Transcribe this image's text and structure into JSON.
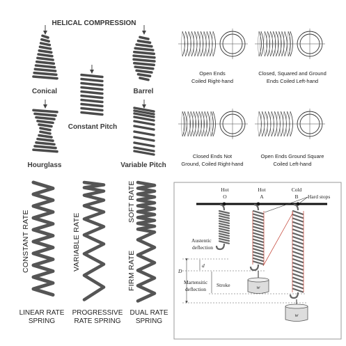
{
  "compression": {
    "title": "HELICAL COMPRESSION",
    "conical": "Conical",
    "barrel": "Barrel",
    "constant_pitch": "Constant Pitch",
    "hourglass": "Hourglass",
    "variable_pitch": "Variable Pitch"
  },
  "ends": {
    "open_coiled_rh": [
      "Open Ends",
      "Coiled Right-hand"
    ],
    "closed_squared_ground_lh": [
      "Closed, Squared and Ground",
      "Ends Coiled Left-hand"
    ],
    "closed_not_ground_rh": [
      "Closed Ends Not",
      "Ground, Coiled Right-hand"
    ],
    "open_ground_square_lh": [
      "Open Ends Ground Square",
      "Coiled Left-hand"
    ]
  },
  "rates": {
    "constant_rate": "CONSTANT RATE",
    "variable_rate": "VARIABLE RATE",
    "soft_rate": "SOFT RATE",
    "firm_rate": "FIRM RATE",
    "linear": [
      "LINEAR RATE",
      "SPRING"
    ],
    "progressive": [
      "PROGRESSIVE",
      "RATE SPRING"
    ],
    "dual": [
      "DUAL RATE",
      "SPRING"
    ]
  },
  "sma": {
    "hot1": "Hot",
    "o": "O",
    "hot2": "Hot",
    "a": "A",
    "cold": "Cold",
    "b": "B",
    "hard_stops": "Hard stops",
    "austentic": [
      "Austentic",
      "deflection"
    ],
    "martensitic": [
      "Martensitic",
      "deflection"
    ],
    "stroke": "Stroke",
    "d_small": "d",
    "d_big": "D",
    "weight1": "w",
    "weight2": "w"
  },
  "colors": {
    "spring": "#4a4a4a",
    "red": "#c0392b",
    "frame": "#9a9a9a"
  }
}
